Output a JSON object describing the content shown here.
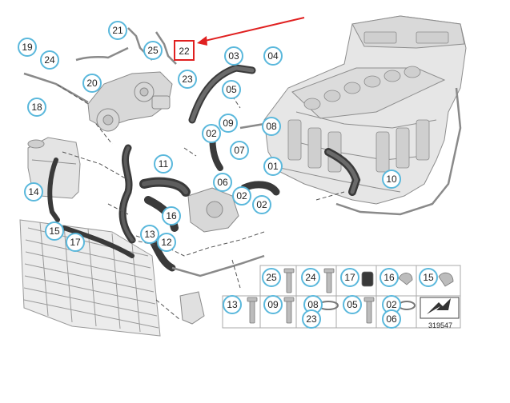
{
  "diagram": {
    "highlight_color": "#e02020",
    "callout_color": "#5ab8dc",
    "highlighted_part": "22",
    "reference_number": "319547",
    "callouts": [
      {
        "id": "19",
        "label": "19"
      },
      {
        "id": "24a",
        "label": "24"
      },
      {
        "id": "21",
        "label": "21"
      },
      {
        "id": "25a",
        "label": "25"
      },
      {
        "id": "20",
        "label": "20"
      },
      {
        "id": "18",
        "label": "18"
      },
      {
        "id": "03",
        "label": "03"
      },
      {
        "id": "04",
        "label": "04"
      },
      {
        "id": "23a",
        "label": "23"
      },
      {
        "id": "05a",
        "label": "05"
      },
      {
        "id": "09a",
        "label": "09"
      },
      {
        "id": "02a",
        "label": "02"
      },
      {
        "id": "08a",
        "label": "08"
      },
      {
        "id": "07",
        "label": "07"
      },
      {
        "id": "11",
        "label": "11"
      },
      {
        "id": "06a",
        "label": "06"
      },
      {
        "id": "01",
        "label": "01"
      },
      {
        "id": "02b",
        "label": "02"
      },
      {
        "id": "02c",
        "label": "02"
      },
      {
        "id": "10",
        "label": "10"
      },
      {
        "id": "14",
        "label": "14"
      },
      {
        "id": "16a",
        "label": "16"
      },
      {
        "id": "13a",
        "label": "13"
      },
      {
        "id": "12",
        "label": "12"
      },
      {
        "id": "15a",
        "label": "15"
      },
      {
        "id": "17a",
        "label": "17"
      }
    ],
    "legend": [
      {
        "id": "25",
        "label": "25"
      },
      {
        "id": "24",
        "label": "24"
      },
      {
        "id": "17",
        "label": "17"
      },
      {
        "id": "16",
        "label": "16"
      },
      {
        "id": "15",
        "label": "15"
      },
      {
        "id": "13",
        "label": "13"
      },
      {
        "id": "09",
        "label": "09"
      },
      {
        "id": "08",
        "label": "08"
      },
      {
        "id": "23",
        "label": "23"
      },
      {
        "id": "05",
        "label": "05"
      },
      {
        "id": "02",
        "label": "02"
      },
      {
        "id": "06",
        "label": "06"
      }
    ]
  }
}
